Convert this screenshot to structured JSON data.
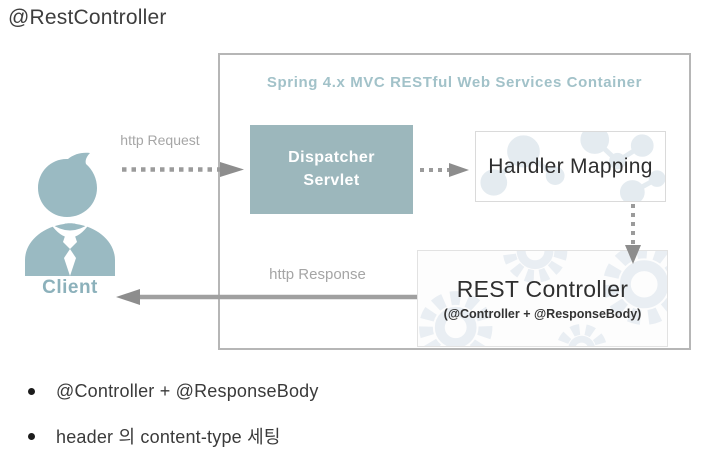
{
  "page": {
    "heading": "@RestController",
    "bullets": [
      "@Controller + @ResponseBody",
      "header 의 content-type 세팅"
    ]
  },
  "diagram": {
    "container_title": "Spring 4.x MVC RESTful Web Services Container",
    "client": {
      "label": "Client",
      "icon": "client-person-icon"
    },
    "arrows": {
      "request_label": "http Request",
      "response_label": "http Response",
      "request_style": "dotted-right",
      "dispatcher_to_handler_style": "dotted-right",
      "handler_to_rest_style": "dotted-down",
      "response_style": "solid-left"
    },
    "nodes": {
      "dispatcher": {
        "line1": "Dispatcher",
        "line2": "Servlet"
      },
      "handler": {
        "label": "Handler Mapping"
      },
      "rest": {
        "title": "REST Controller",
        "subtitle": "(@Controller + @ResponseBody)"
      }
    }
  },
  "colors": {
    "teal_box": "#9cb7bc",
    "teal_icon": "#9abac2",
    "teal_label": "#8cb1bb",
    "container_title_text": "#a2c2c9",
    "container_border": "#b6b6b6",
    "gray_label": "#a5a5a5",
    "arrow_gray": "#9b9b9b",
    "arrowhead_gray": "#8d8d8d",
    "dark_text": "#2f2f2f",
    "pattern_light": "#e7edf2"
  }
}
